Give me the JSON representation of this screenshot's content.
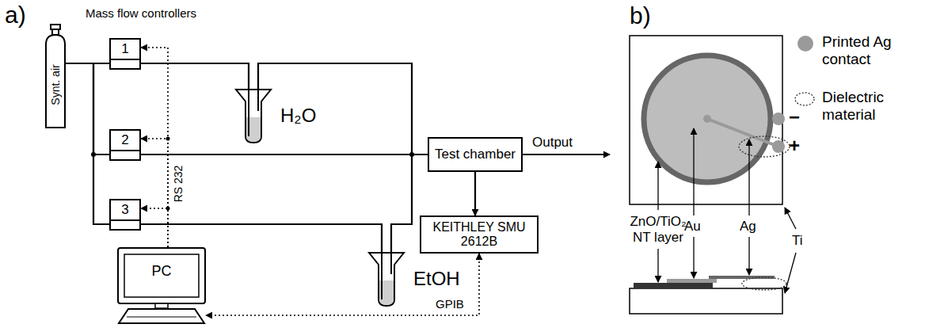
{
  "diagram": {
    "nodes": [
      {
        "text": [
          "Synt. air"
        ]
      },
      {
        "text": [
          "1"
        ]
      },
      {
        "text": [
          "2"
        ]
      },
      {
        "text": [
          "3"
        ]
      },
      {
        "text": [
          "H₂O"
        ]
      },
      {
        "text": [
          "Test chamber"
        ]
      },
      {
        "text": [
          "KEITHLEY SMU 2612B"
        ]
      },
      {
        "text": [
          "EtOH"
        ]
      },
      {
        "text": [
          "PC"
        ]
      }
    ],
    "edges": [
      {
        "from": 0,
        "to": 1,
        "arrow": "none"
      },
      {
        "from": 0,
        "to": 2,
        "arrow": "none"
      },
      {
        "from": 0,
        "to": 3,
        "arrow": "none"
      },
      {
        "from": 1,
        "to": 4,
        "arrow": "none"
      },
      {
        "from": 4,
        "to": 5,
        "arrow": "none"
      },
      {
        "from": 2,
        "to": 5,
        "arrow": "none"
      },
      {
        "from": 3,
        "to": 7,
        "arrow": "none"
      },
      {
        "from": 7,
        "to": 5,
        "arrow": "none"
      },
      {
        "from": 5,
        "to": 6,
        "arrow": "to"
      },
      {
        "from": 8,
        "to": 1,
        "arrow": "to"
      },
      {
        "from": 8,
        "to": 2,
        "arrow": "to"
      },
      {
        "from": 8,
        "to": 3,
        "arrow": "to"
      },
      {
        "from": 6,
        "to": 8,
        "label": "GPIB",
        "arrow": "both"
      }
    ],
    "labels": [
      "a)",
      "Mass flow controllers",
      "RS 232",
      "Output",
      "b)",
      "−",
      "+",
      "ZnO/TiO₂ NT layer",
      "Au",
      "Ag",
      "Ti"
    ],
    "legend": [
      {
        "text": "Printed Ag contact",
        "color": "#9a9a9a"
      },
      {
        "text": "Dielectric material"
      }
    ]
  }
}
